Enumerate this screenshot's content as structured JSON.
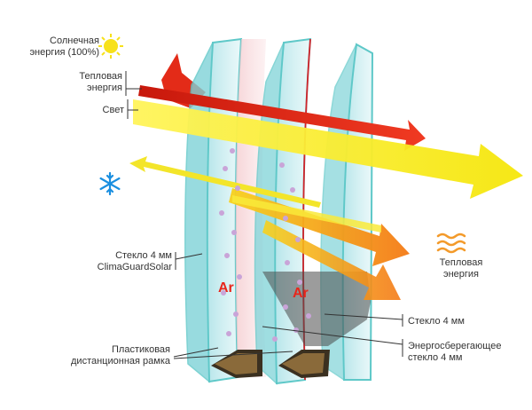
{
  "labels": {
    "solar_energy": "Солнечная энергия (100%)",
    "thermal_energy_in": "Тепловая энергия",
    "light": "Свет",
    "glass_climaguard": "Стекло 4 мм ClimaGuardSolar",
    "spacer_frame": "Пластиковая дистанционная рамка",
    "thermal_energy_out": "Тепловая энергия",
    "glass_4mm": "Стекло 4 мм",
    "energy_saving_glass": "Энергосберегающее стекло 4 мм",
    "gas_left": "Ar",
    "gas_right": "Ar"
  },
  "icons": {
    "sun": "sun-icon",
    "snowflake": "snowflake-icon",
    "heat_waves": "heat-waves-icon"
  },
  "colors": {
    "glass_edge": "#5ec8c8",
    "glass_fill": "#bfe9ec",
    "heat_arrow": "#e32b18",
    "light_arrow": "#f7ee1b",
    "orange_arrow": "#f7901e",
    "argon_text": "#e8261b",
    "coating_line": "#d2232a",
    "spacer": "#3b3020"
  }
}
